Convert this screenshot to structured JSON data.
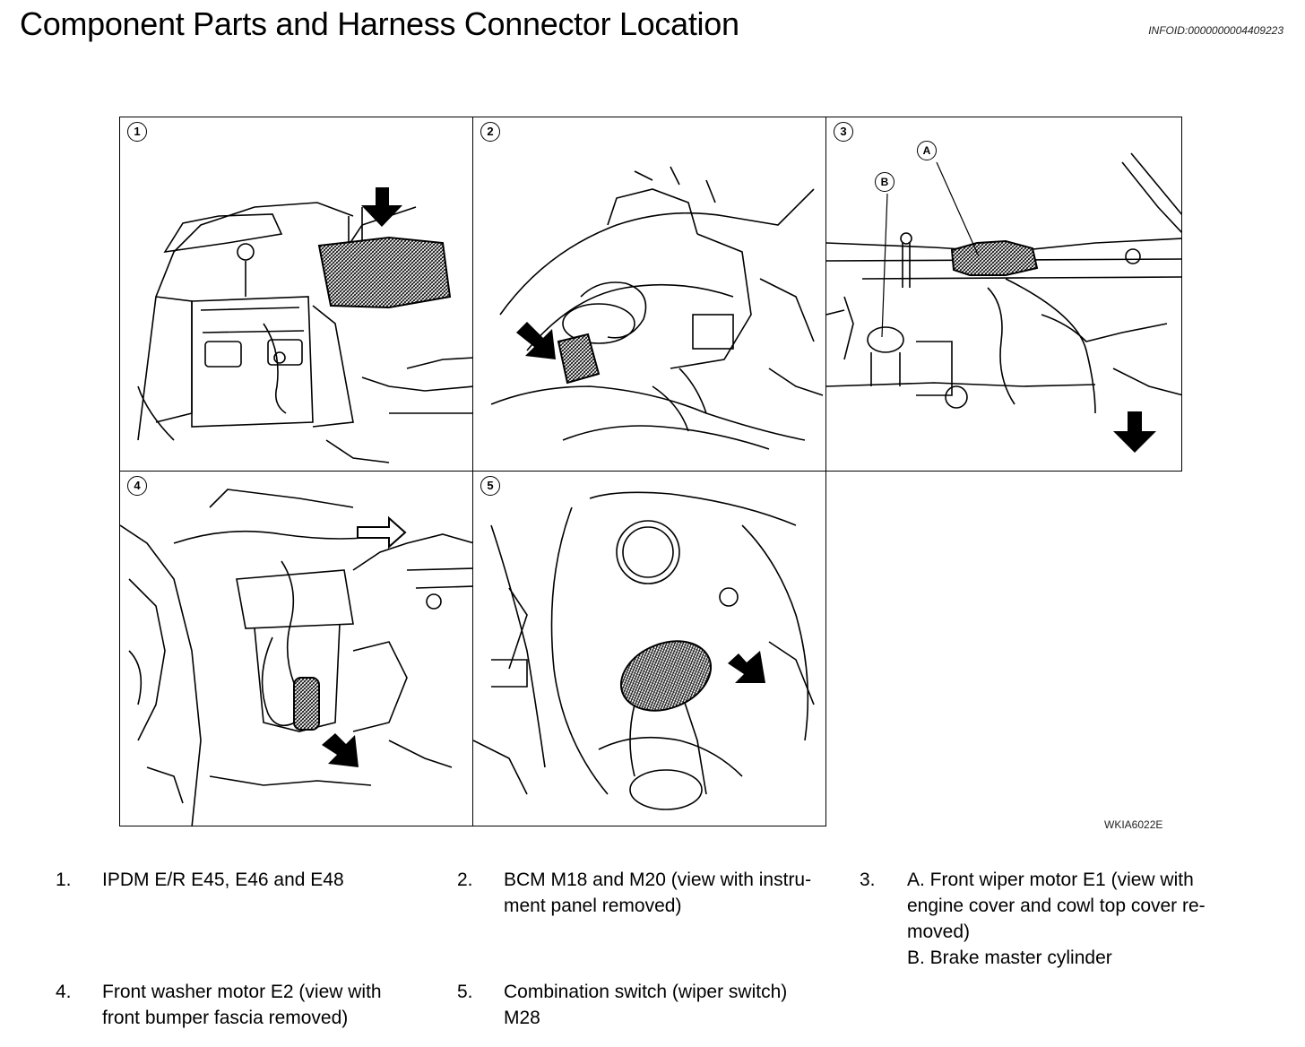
{
  "header": {
    "title": "Component Parts and Harness Connector Location",
    "info_id": "INFOID:0000000004409223"
  },
  "figure": {
    "panel_numbers": [
      "1",
      "2",
      "3",
      "4",
      "5"
    ],
    "callouts": {
      "a": "A",
      "b": "B"
    },
    "figure_id": "WKIA6022E"
  },
  "legend": [
    {
      "number": "1.",
      "lines": [
        "IPDM E/R E45, E46 and E48"
      ]
    },
    {
      "number": "2.",
      "lines": [
        "BCM M18 and M20 (view with instru-",
        "ment panel removed)"
      ]
    },
    {
      "number": "3.",
      "lines": [
        "A. Front wiper motor E1 (view with",
        "engine cover and cowl top cover re-",
        "moved)",
        "B. Brake master cylinder"
      ]
    },
    {
      "number": "4.",
      "lines": [
        "Front washer motor E2 (view with",
        "front bumper fascia removed)"
      ]
    },
    {
      "number": "5.",
      "lines": [
        "Combination switch (wiper switch)",
        "M28"
      ]
    }
  ]
}
